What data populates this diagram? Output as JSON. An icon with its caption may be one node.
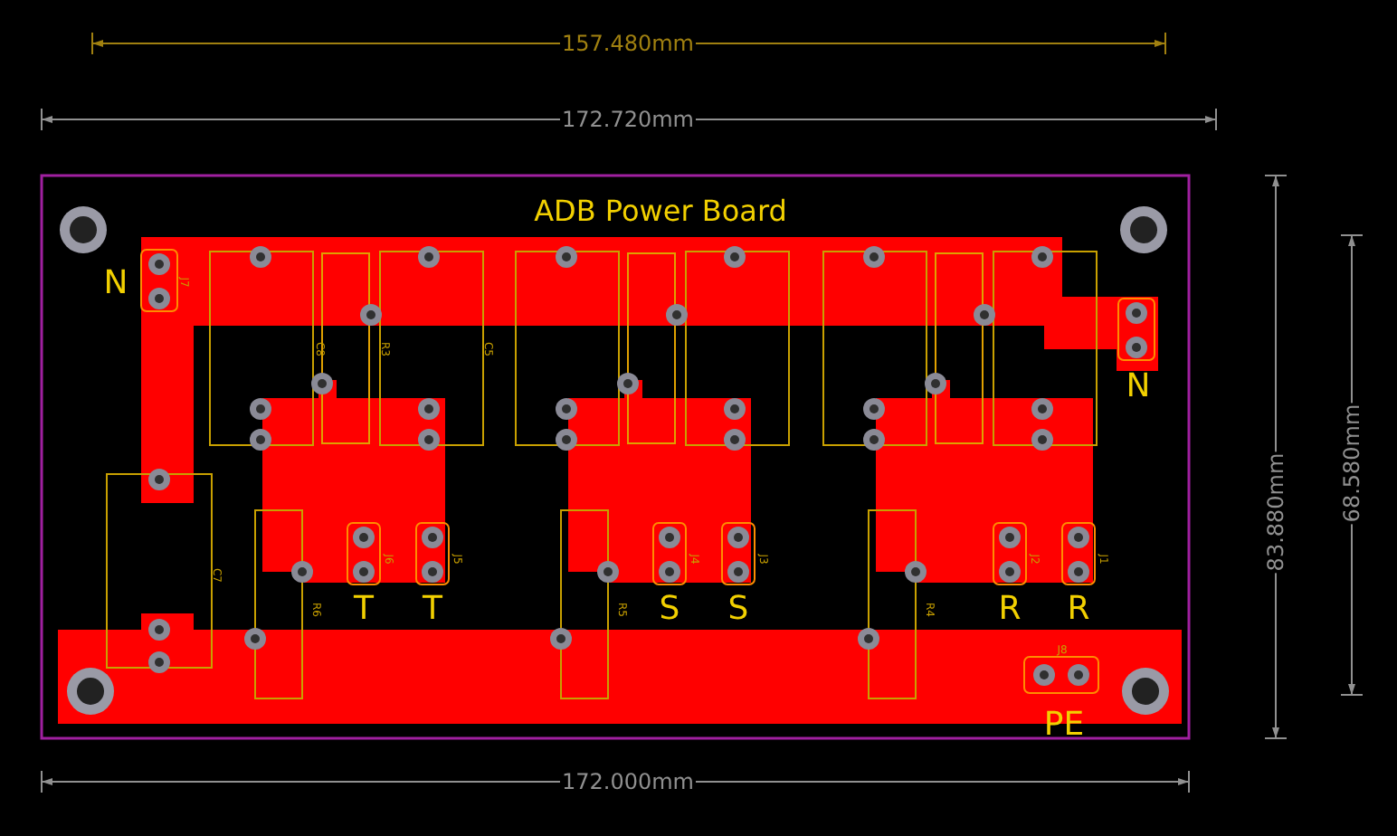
{
  "diagram": {
    "labels": [
      "157.480mm",
      "172.720mm",
      "ADB Power Board",
      "N",
      "J7",
      "C8",
      "R3",
      "C5",
      "N",
      "83.880mm",
      "68.580mm",
      "C7",
      "J6",
      "J5",
      "J4",
      "J3",
      "J2",
      "J1",
      "R6",
      "R5",
      "R4",
      "T",
      "T",
      "S",
      "S",
      "R",
      "R",
      "J8",
      "PE",
      "172.000mm"
    ]
  }
}
